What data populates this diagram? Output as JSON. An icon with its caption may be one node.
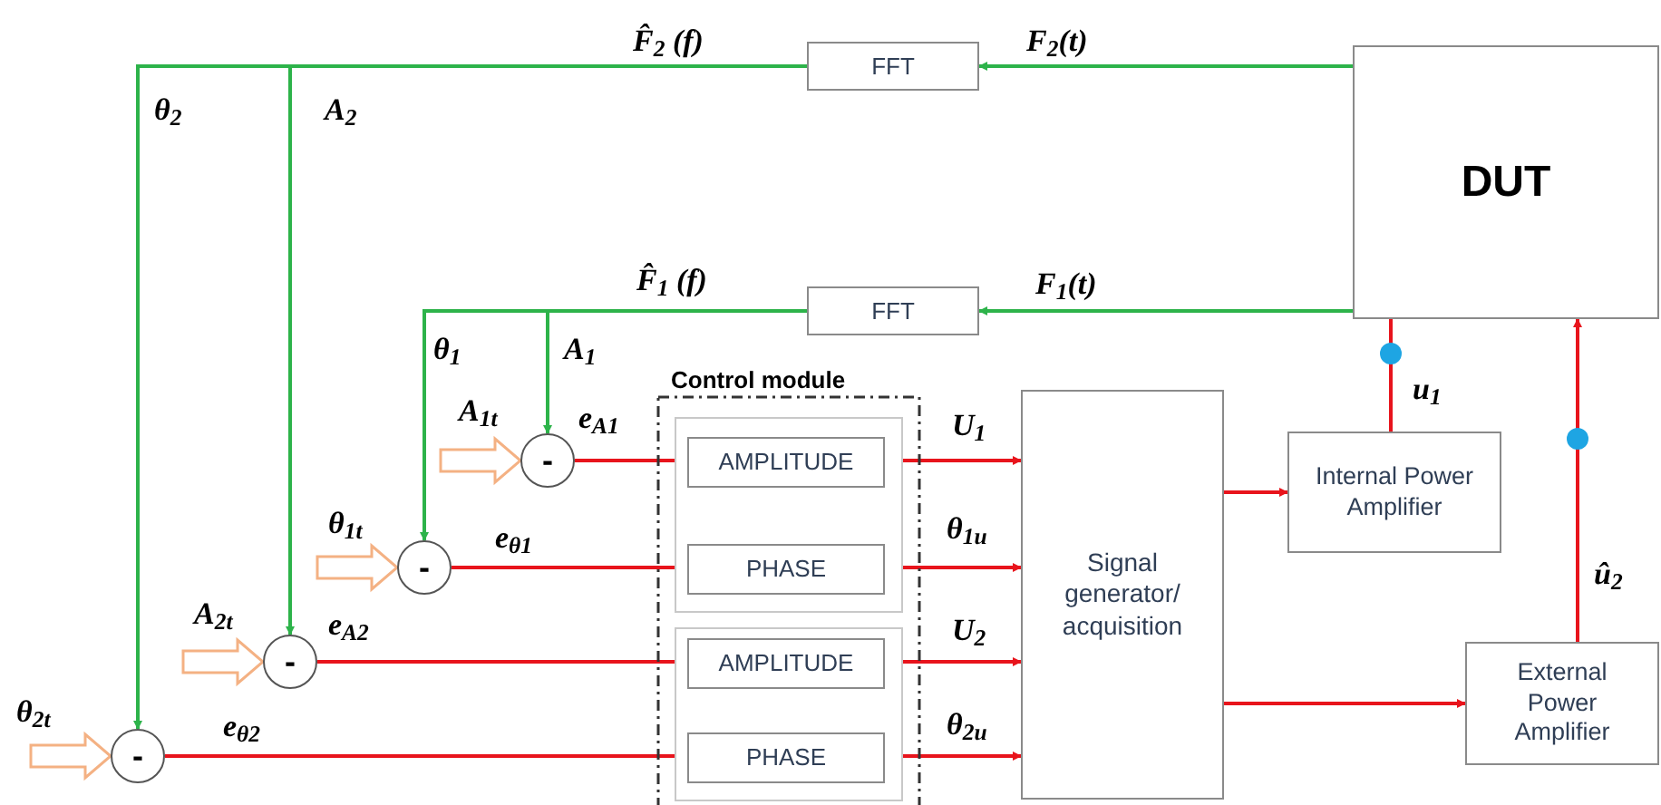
{
  "diagram": {
    "nodes": [
      {
        "text": [
          "DUT"
        ]
      },
      {
        "text": [
          "FFT"
        ]
      },
      {
        "text": [
          "FFT"
        ]
      },
      {
        "text": [
          "-"
        ]
      },
      {
        "text": [
          "-"
        ]
      },
      {
        "text": [
          "-"
        ]
      },
      {
        "text": [
          "-"
        ]
      },
      {
        "text": [
          "Control module"
        ]
      },
      {
        "text": [],
        "shape": "box",
        "in": 7
      },
      {
        "text": [
          "AMPLITUDE"
        ],
        "in": 8
      },
      {
        "text": [
          "PHASE"
        ],
        "in": 8
      },
      {
        "text": [],
        "shape": "box",
        "in": 7
      },
      {
        "text": [
          "AMPLITUDE"
        ],
        "in": 11
      },
      {
        "text": [
          "PHASE"
        ],
        "in": 11
      },
      {
        "text": [
          "Signal generator/ acquisition"
        ]
      },
      {
        "text": [
          "Internal Power Amplifier"
        ]
      },
      {
        "text": [
          "External Power Amplifier"
        ]
      }
    ],
    "edges": [
      {
        "from": 0,
        "to": 1,
        "arrow": "to",
        "label": "F$_{2}$(t)",
        "color": "#2db34a"
      },
      {
        "from": 0,
        "to": 2,
        "arrow": "to",
        "label": "F$_{1}$(t)",
        "color": "#2db34a"
      },
      {
        "from": 1,
        "to": 6,
        "arrow": "to",
        "label": "θ$_{2}$",
        "color": "#2db34a"
      },
      {
        "from": 1,
        "to": 5,
        "arrow": "to",
        "label": "A$_{2}$",
        "color": "#2db34a"
      },
      {
        "from": 2,
        "to": 4,
        "arrow": "to",
        "label": "θ$_{1}$",
        "color": "#2db34a"
      },
      {
        "from": 2,
        "to": 3,
        "arrow": "to",
        "label": "A$_{1}$",
        "color": "#2db34a"
      },
      {
        "from": null,
        "to": 3,
        "arrow": "to",
        "label": "A$_{1t}$",
        "style": "thick",
        "color": "#f4b183"
      },
      {
        "from": null,
        "to": 4,
        "arrow": "to",
        "label": "θ$_{1t}$",
        "style": "thick",
        "color": "#f4b183"
      },
      {
        "from": null,
        "to": 5,
        "arrow": "to",
        "label": "A$_{2t}$",
        "style": "thick",
        "color": "#f4b183"
      },
      {
        "from": null,
        "to": 6,
        "arrow": "to",
        "label": "θ$_{2t}$",
        "style": "thick",
        "color": "#f4b183"
      },
      {
        "from": 3,
        "to": 9,
        "arrow": "to",
        "label": "e$_{A1}$"
      },
      {
        "from": 4,
        "to": 10,
        "arrow": "to",
        "label": "e$_{θ1}$"
      },
      {
        "from": 5,
        "to": 12,
        "arrow": "to",
        "label": "e$_{A2}$"
      },
      {
        "from": 6,
        "to": 13,
        "arrow": "to",
        "label": "e$_{θ2}$"
      },
      {
        "from": 9,
        "to": 14,
        "arrow": "to",
        "label": "U$_{1}$"
      },
      {
        "from": 10,
        "to": 14,
        "arrow": "to",
        "label": "θ$_{1u}$"
      },
      {
        "from": 12,
        "to": 14,
        "arrow": "to",
        "label": "U$_{2}$"
      },
      {
        "from": 13,
        "to": 14,
        "arrow": "to",
        "label": "θ$_{2u}$"
      },
      {
        "from": 14,
        "to": 15,
        "arrow": "to"
      },
      {
        "from": 14,
        "to": 16,
        "arrow": "to"
      },
      {
        "from": 15,
        "to": 0,
        "arrow": "none",
        "label": "u$_{1}$"
      },
      {
        "from": 16,
        "to": 0,
        "arrow": "to",
        "label": "û$_{2}$"
      }
    ],
    "labels": [
      "F̂$_{2}$ (f)",
      "F̂$_{1}$ (f)"
    ]
  }
}
